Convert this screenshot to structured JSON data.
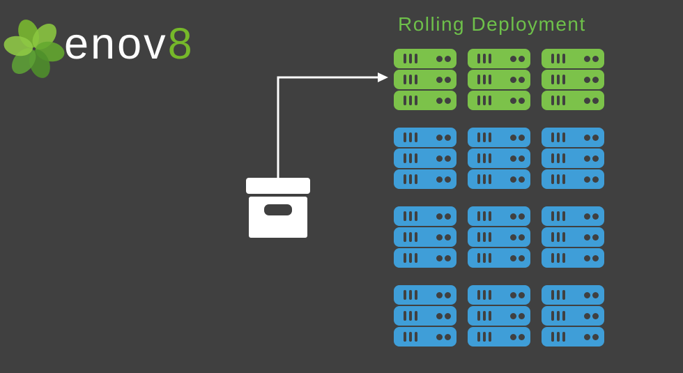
{
  "background_color": "#404040",
  "logo": {
    "icon": "flower-icon",
    "text_main": "enov",
    "text_accent": "8",
    "text_main_color": "#fdfdfd",
    "accent_color": "#76b82a",
    "petal_colors": [
      "#7ab92f",
      "#8bc740",
      "#63a82e",
      "#4f8f2a",
      "#5da035",
      "#90ca45"
    ]
  },
  "title": {
    "text": "Rolling Deployment",
    "color": "#6ec04a"
  },
  "package": {
    "icon": "box-icon",
    "color": "#ffffff",
    "handle_color": "#404040"
  },
  "arrow": {
    "icon": "elbow-arrow-icon",
    "color": "#ffffff",
    "points_to": "top-server-group"
  },
  "servers": {
    "columns": 3,
    "rows_per_stack": 3,
    "group_count": 4,
    "detail_color": "#404040",
    "groups": [
      {
        "color_name": "green",
        "color_hex": "#7cc24a"
      },
      {
        "color_name": "blue",
        "color_hex": "#3f9ed8"
      },
      {
        "color_name": "blue",
        "color_hex": "#3f9ed8"
      },
      {
        "color_name": "blue",
        "color_hex": "#3f9ed8"
      }
    ]
  }
}
